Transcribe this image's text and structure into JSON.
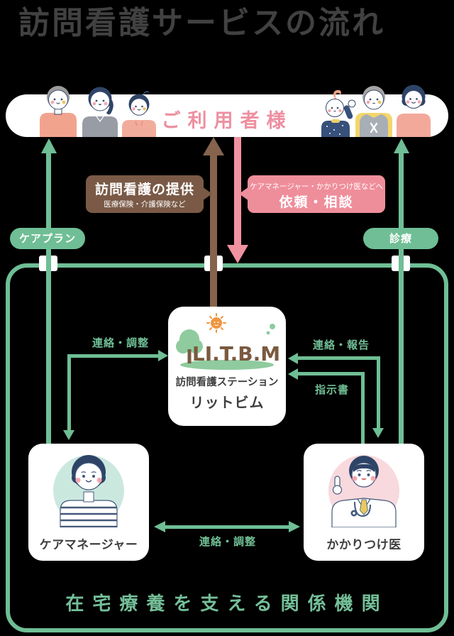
{
  "title": "訪問看護サービスの流れ",
  "banner": {
    "label": "ご利用者様"
  },
  "flows": {
    "provide": {
      "line1": "訪問看護の提供",
      "line2": "医療保険・介護保険など"
    },
    "request": {
      "line1": "ケアマネージャー・かかりつけ医などへ",
      "line2": "依頼・相談"
    },
    "care_plan": "ケアプラン",
    "medical_care": "診療",
    "cm_station": "連絡・調整",
    "dr_station_report": "連絡・報告",
    "dr_station_instruction": "指示書",
    "cm_dr": "連絡・調整"
  },
  "station": {
    "logo_text": "LI.T.B.M",
    "type": "訪問看護ステーション",
    "name": "リットビム"
  },
  "care_manager": {
    "label": "ケアマネージャー"
  },
  "doctor": {
    "label": "かかりつけ医"
  },
  "footer": {
    "label": "在宅療養を支える関係機関"
  },
  "colors": {
    "background": "#000000",
    "green": "#6FBE95",
    "pink": "#F192A0",
    "pink_bubble": "#EF8E9B",
    "brown_bubble": "#7A5A46",
    "brown_arrow": "#85634C",
    "banner_text_pink": "#EE8FA0",
    "title_gray": "#414141",
    "card_text": "#3F3F3F",
    "logo_brown": "#7A5A40",
    "logo_green": "#8FCB9E",
    "sun_orange": "#F09540",
    "cm_circle": "#CBE8DF",
    "dr_circle": "#F8D9DD"
  }
}
